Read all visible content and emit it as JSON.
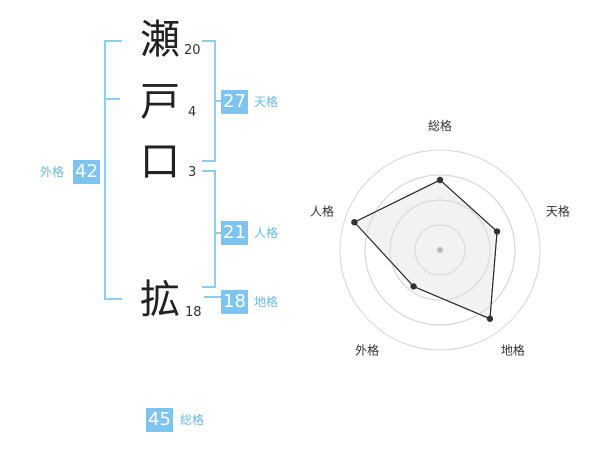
{
  "name": {
    "chars": [
      {
        "char": "瀬",
        "strokes": "20"
      },
      {
        "char": "戸",
        "strokes": "4"
      },
      {
        "char": "口",
        "strokes": "3"
      },
      {
        "char": "拡",
        "strokes": "18"
      }
    ]
  },
  "fortune": {
    "tenkaku": {
      "value": "27",
      "label": "天格"
    },
    "jinkaku": {
      "value": "21",
      "label": "人格"
    },
    "chikaku": {
      "value": "18",
      "label": "地格"
    },
    "gaikaku": {
      "value": "42",
      "label": "外格"
    },
    "soukaku": {
      "value": "45",
      "label": "総格"
    }
  },
  "colors": {
    "accent": "#7ec4f0",
    "bracket": "#8ecdf3"
  },
  "chart_data": {
    "type": "radar",
    "axes": [
      "総格",
      "天格",
      "地格",
      "外格",
      "人格"
    ],
    "values": [
      0.7,
      0.6,
      0.85,
      0.45,
      0.9
    ],
    "rmax": 1,
    "rings": 4,
    "fill_color": "#f0f0f0",
    "line_color": "#222222"
  }
}
